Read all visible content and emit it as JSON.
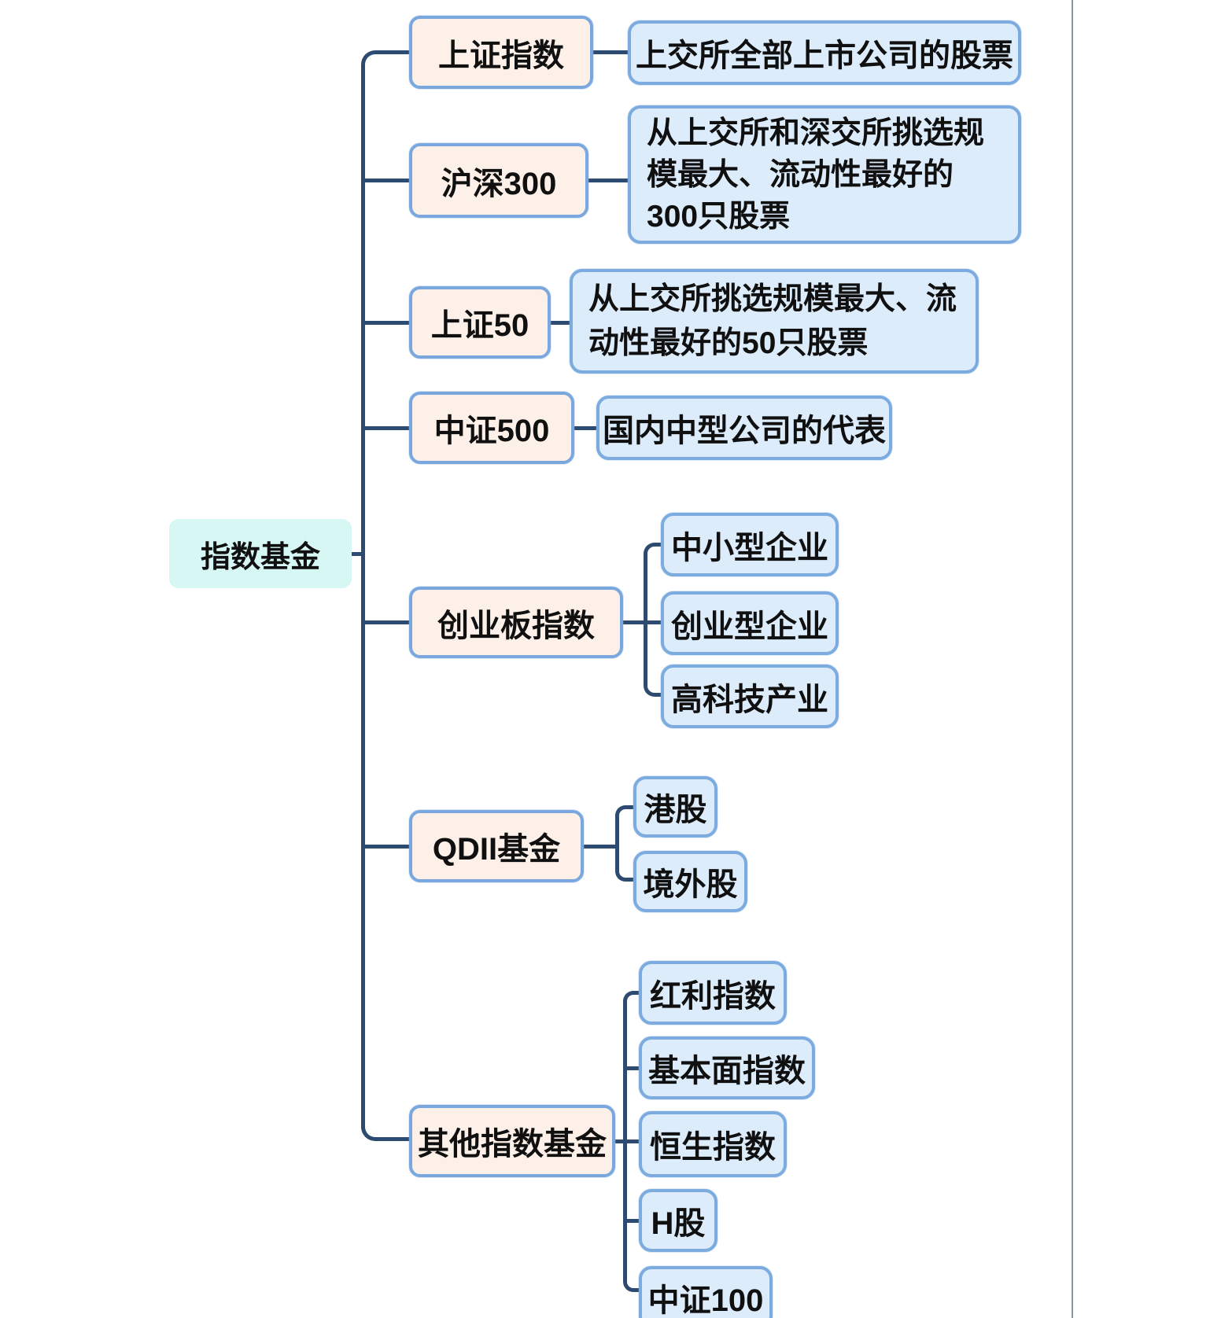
{
  "diagram": {
    "root_label": "指数基金",
    "branches": [
      {
        "label": "上证指数",
        "desc": "上交所全部上市公司的股票"
      },
      {
        "label": "沪深300",
        "desc": "从上交所和深交所挑选规模最大、流动性最好的300只股票"
      },
      {
        "label": "上证50",
        "desc": "从上交所挑选规模最大、流动性最好的50只股票"
      },
      {
        "label": "中证500",
        "desc": "国内中型公司的代表"
      },
      {
        "label": "创业板指数",
        "children": [
          "中小型企业",
          "创业型企业",
          "高科技产业"
        ]
      },
      {
        "label": "QDII基金",
        "children": [
          "港股",
          "境外股"
        ]
      },
      {
        "label": "其他指数基金",
        "children": [
          "红利指数",
          "基本面指数",
          "恒生指数",
          "H股",
          "中证100"
        ]
      }
    ],
    "colors": {
      "root_fill": "#d7f7f5",
      "branch_fill": "#fdf0e8",
      "branch_border": "#7aa8de",
      "detail_fill": "#dcecfb",
      "detail_border": "#7cabe0",
      "connector": "#2d4b70",
      "divider": "#8598a2"
    }
  }
}
